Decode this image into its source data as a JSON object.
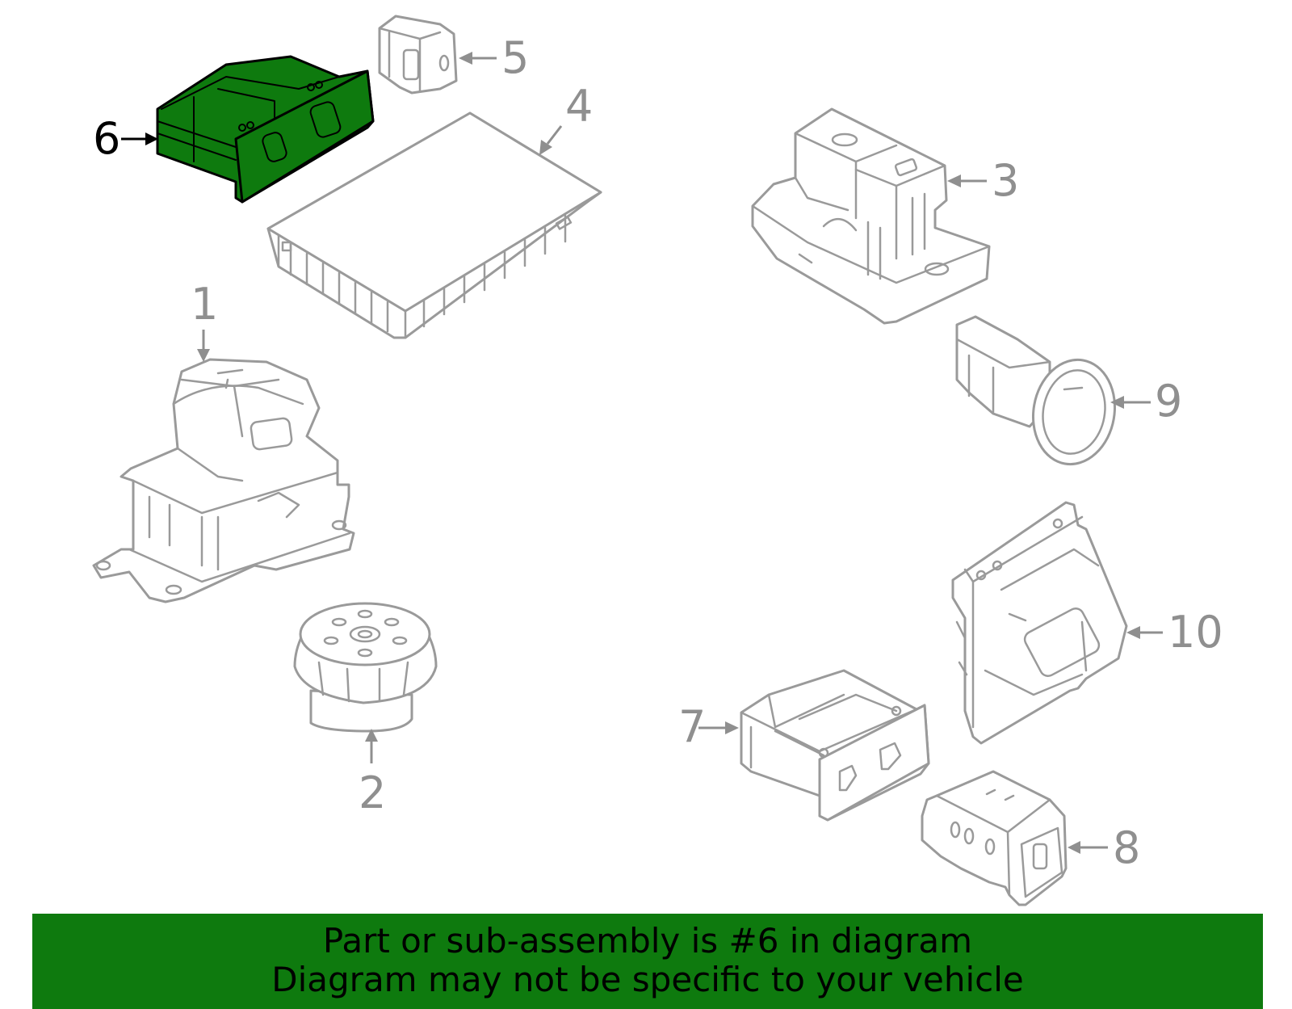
{
  "callouts": {
    "part_1": "1",
    "part_2": "2",
    "part_3": "3",
    "part_4": "4",
    "part_5": "5",
    "part_6": "6",
    "part_7": "7",
    "part_8": "8",
    "part_9": "9",
    "part_10": "10"
  },
  "highlighted_part": "6",
  "colors": {
    "highlight_fill": "#0e7a0e",
    "outline_gray": "#9a9a9a",
    "banner_bg": "#0e7a0e"
  },
  "banner": {
    "line1": "Part or sub-assembly is #6 in diagram",
    "line2": "Diagram may not be specific to your vehicle"
  }
}
